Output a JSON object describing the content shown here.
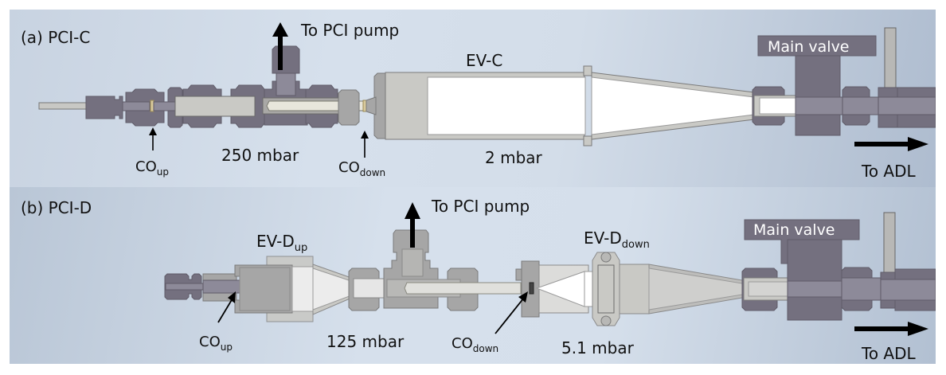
{
  "panels": [
    {
      "id": "a",
      "title": "(a) PCI-C",
      "pump_label": "To PCI pump",
      "chamber_label": "EV-C",
      "valve_label": "Main valve",
      "exit_label": "To ADL",
      "pressure_up": "250 mbar",
      "pressure_down": "2 mbar",
      "orifice_up": {
        "main": "CO",
        "sub": "up"
      },
      "orifice_down": {
        "main": "CO",
        "sub": "down"
      }
    },
    {
      "id": "b",
      "title": "(b) PCI-D",
      "pump_label": "To PCI pump",
      "chamber_up_label": {
        "main": "EV-D",
        "sub": "up"
      },
      "chamber_down_label": {
        "main": "EV-D",
        "sub": "down"
      },
      "valve_label": "Main valve",
      "exit_label": "To ADL",
      "pressure_up": "125 mbar",
      "pressure_down": "5.1 mbar",
      "orifice_up": {
        "main": "CO",
        "sub": "up"
      },
      "orifice_down": {
        "main": "CO",
        "sub": "down"
      }
    }
  ],
  "colors": {
    "fitting_dark": "#74707f",
    "fitting_mid": "#8d8a99",
    "fitting_light": "#a6a6a6",
    "tube_light": "#c9c9c5",
    "chamber_fill": "#ffffff",
    "arrow": "#000000"
  }
}
